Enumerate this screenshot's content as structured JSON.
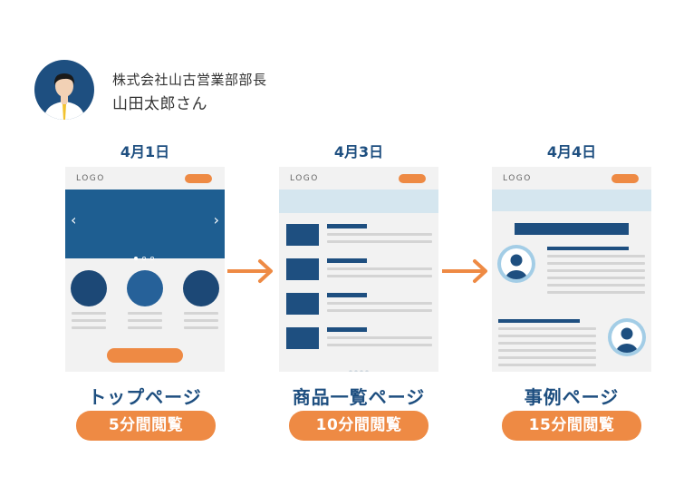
{
  "user": {
    "company_title": "株式会社山古営業部部長",
    "name": "山田太郎さん"
  },
  "steps": [
    {
      "date": "4月1日",
      "page_name": "トップページ",
      "duration": "5分間閲覧",
      "wireframe": {
        "logo": "LOGO",
        "slider_prev": "‹",
        "slider_next": "›"
      }
    },
    {
      "date": "4月3日",
      "page_name": "商品一覧ページ",
      "duration": "10分間閲覧",
      "wireframe": {
        "logo": "LOGO"
      }
    },
    {
      "date": "4月4日",
      "page_name": "事例ページ",
      "duration": "15分間閲覧",
      "wireframe": {
        "logo": "LOGO"
      }
    }
  ],
  "colors": {
    "navy": "#1e4f80",
    "orange": "#ee8a44",
    "page_bg": "#f2f2f2",
    "light_blue": "#d5e6ef",
    "text_line": "#d4d4d4"
  }
}
